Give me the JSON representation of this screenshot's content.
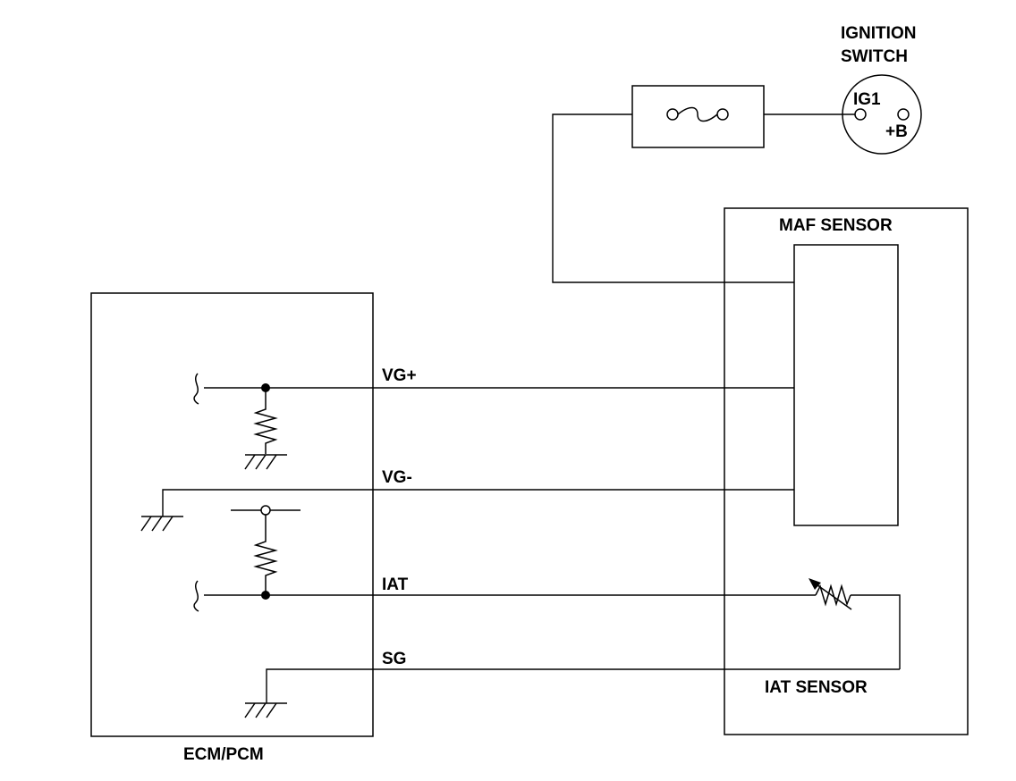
{
  "labels": {
    "ignition_switch_line1": "IGNITION",
    "ignition_switch_line2": "SWITCH",
    "ig1": "IG1",
    "plus_b": "+B",
    "maf_sensor": "MAF SENSOR",
    "iat_sensor": "IAT SENSOR",
    "ecm_pcm": "ECM/PCM",
    "vg_plus": "VG+",
    "vg_minus": "VG-",
    "iat": "IAT",
    "sg": "SG"
  },
  "colors": {
    "ink": "#000000",
    "background": "#ffffff"
  },
  "icons": {
    "fuse": "fuse-icon",
    "resistor": "resistor-icon",
    "thermistor": "variable-resistor-icon",
    "ground": "ground-icon"
  }
}
